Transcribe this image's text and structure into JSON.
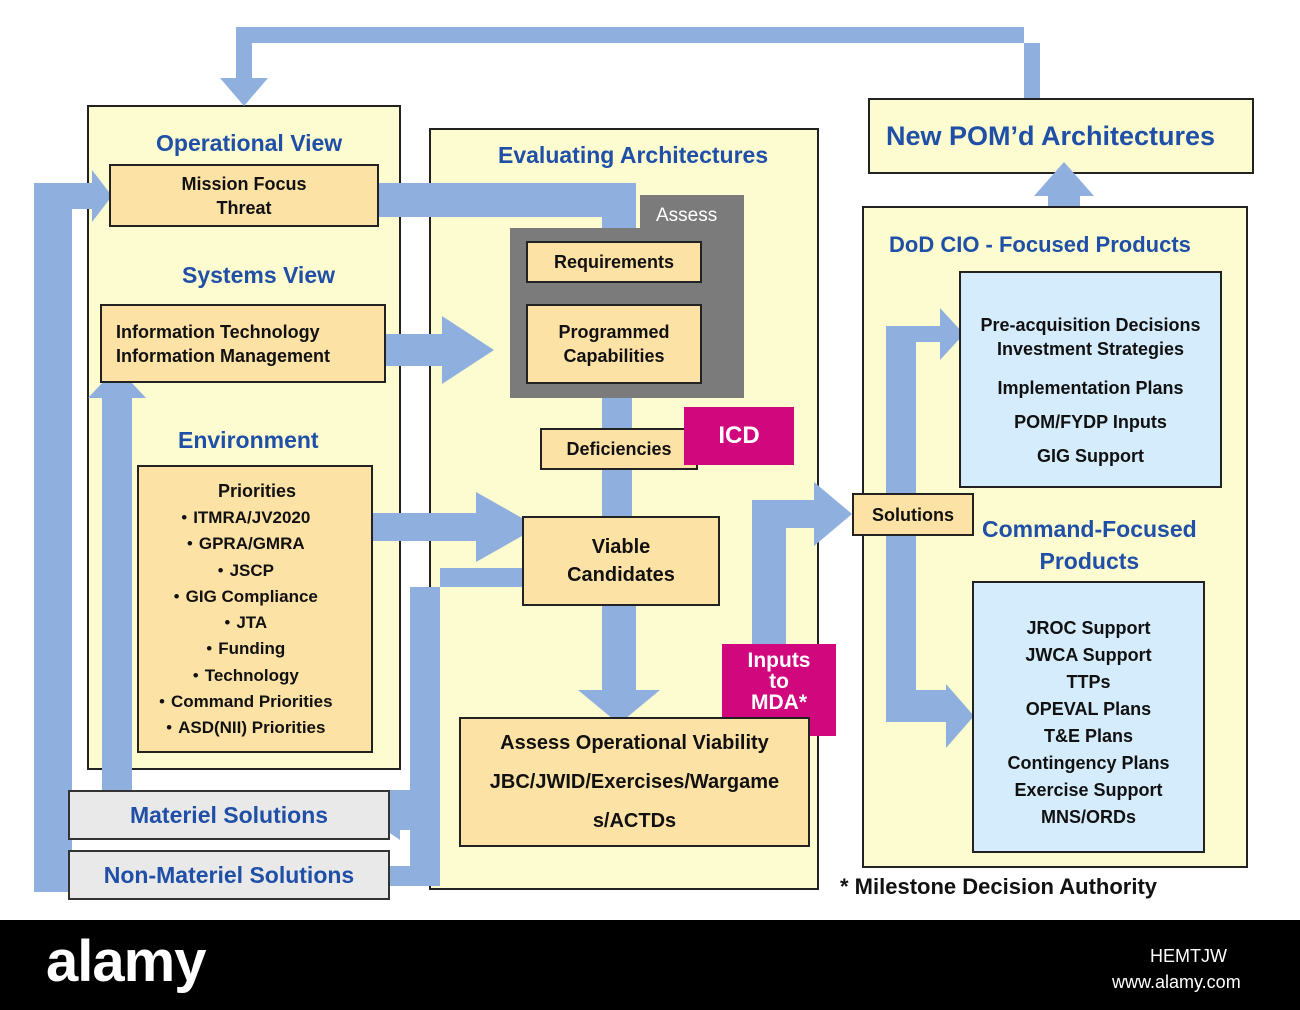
{
  "colors": {
    "arrow": "#8fb0de",
    "heading": "#1f4fa6",
    "panel": "#fdfbd0",
    "box": "#fde2a6",
    "bluebox": "#d4ecfb",
    "magenta": "#d1087d",
    "assess": "#7b7b7b"
  },
  "left": {
    "operational_view": "Operational View",
    "mission_box": [
      "Mission Focus",
      "Threat"
    ],
    "systems_view": "Systems View",
    "it_box": [
      "Information Technology",
      "Information Management"
    ],
    "environment": "Environment",
    "priorities_title": "Priorities",
    "priorities": [
      "ITMRA/JV2020",
      "GPRA/GMRA",
      "JSCP",
      "GIG Compliance",
      "JTA",
      "Funding",
      "Technology",
      "Command Priorities",
      "ASD(NII) Priorities"
    ]
  },
  "bottom_left": {
    "materiel": "Materiel Solutions",
    "non_materiel": "Non-Materiel Solutions"
  },
  "middle": {
    "title": "Evaluating Architectures",
    "assess_label": "Assess",
    "requirements": "Requirements",
    "programmed": [
      "Programmed",
      "Capabilities"
    ],
    "deficiencies": "Deficiencies",
    "icd": "ICD",
    "viable": [
      "Viable",
      "Candidates"
    ],
    "inputs_mda": [
      "Inputs",
      "to",
      "MDA*"
    ],
    "assess_op": [
      "Assess Operational Viability",
      "JBC/JWID/Exercises/Wargame",
      "s/ACTDs"
    ]
  },
  "right": {
    "new_pom": "New POM’d Architectures",
    "dod_cio": "DoD CIO - Focused Products",
    "dod_items": [
      "Pre-acquisition Decisions",
      "Investment Strategies",
      "Implementation Plans",
      "POM/FYDP Inputs",
      "GIG Support"
    ],
    "solutions": "Solutions",
    "command_focused": [
      "Command-Focused",
      "Products"
    ],
    "command_items": [
      "JROC Support",
      "JWCA Support",
      "TTPs",
      "OPEVAL Plans",
      "T&E Plans",
      "Contingency Plans",
      "Exercise Support",
      "MNS/ORDs"
    ],
    "footnote": "* Milestone Decision Authority"
  },
  "watermark": {
    "brand": "alamy",
    "code": "HEMTJW",
    "site": "www.alamy.com"
  }
}
